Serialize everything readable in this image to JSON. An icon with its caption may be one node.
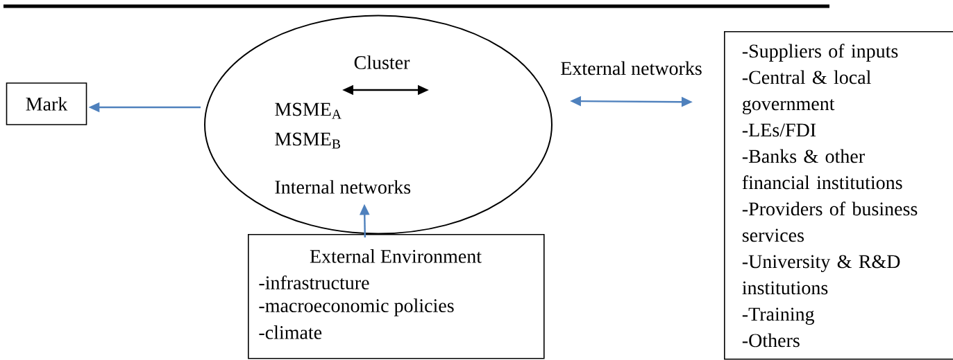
{
  "diagram": {
    "nodes": [
      {
        "text": [
          "Cluster",
          "MSME$_{A}$",
          "MSME$_{B}$",
          "Internal networks"
        ]
      },
      {
        "text": [
          "Mark"
        ]
      },
      {
        "text": [
          "-Suppliers of inputs",
          "-Central & local government",
          "-LEs/FDI",
          "-Banks & other financial institutions",
          "-Providers of business services",
          "-University & R&D institutions",
          "-Training",
          "-Others"
        ]
      },
      {
        "text": [
          "External Environment",
          "-infrastructure",
          "-macroeconomic policies",
          "-climate"
        ]
      }
    ],
    "edges": [
      {
        "from": 0,
        "to": 1,
        "arrow": "to"
      },
      {
        "from": 0,
        "to": 2,
        "arrow": "both",
        "label": "External networks"
      },
      {
        "from": 3,
        "to": 0,
        "arrow": "to"
      }
    ]
  }
}
